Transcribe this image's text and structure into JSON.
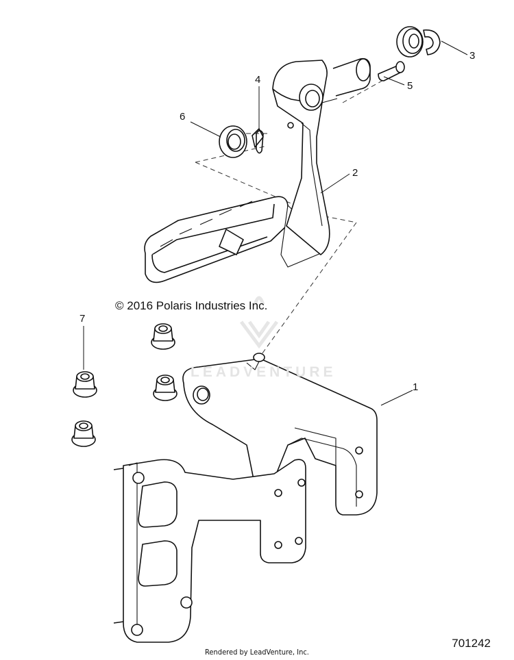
{
  "copyright": "© 2016 Polaris Industries Inc.",
  "rendered_by": "Rendered by LeadVenture, Inc.",
  "diagram_number": "701242",
  "watermark": "LEADVENTURE",
  "callouts": [
    "1",
    "2",
    "3",
    "4",
    "5",
    "6",
    "7"
  ]
}
